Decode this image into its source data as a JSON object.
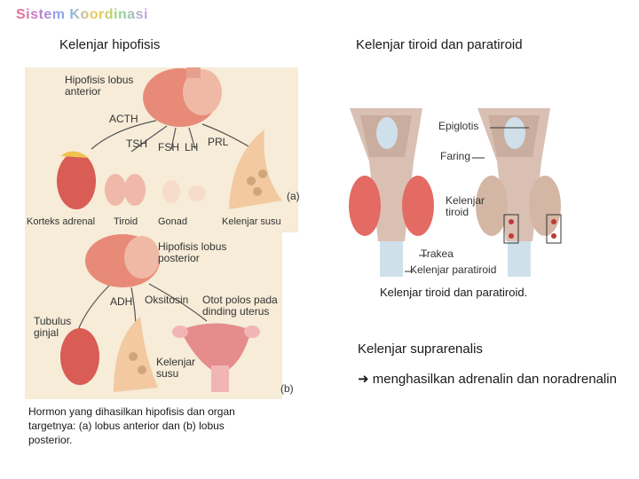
{
  "title": "Sistem Koordinasi",
  "headings": {
    "hipofisis": "Kelenjar hipofisis",
    "tiroid": "Kelenjar tiroid dan paratiroid",
    "suprarenalis": "Kelenjar suprarenalis"
  },
  "panel_a": {
    "tag": "(a)",
    "labels": {
      "hipofisis_anterior": "Hipofisis lobus anterior",
      "acth": "ACTH",
      "tsh": "TSH",
      "fsh": "FSH",
      "lh": "LH",
      "prl": "PRL",
      "korteks": "Korteks adrenal",
      "tiroid": "Tiroid",
      "gonad": "Gonad",
      "kelenjar_susu": "Kelenjar susu"
    }
  },
  "panel_b": {
    "tag": "(b)",
    "labels": {
      "hipofisis_posterior": "Hipofisis lobus posterior",
      "adh": "ADH",
      "oksitosin": "Oksitosin",
      "otot": "Otot polos pada dinding uterus",
      "tubulus": "Tubulus ginjal",
      "kelenjar_susu": "Kelenjar susu"
    }
  },
  "hipofisis_caption": "Hormon yang dihasilkan hipofisis dan organ targetnya: (a) lobus anterior dan (b) lobus posterior.",
  "thyroid_figure": {
    "labels": {
      "epiglotis": "Epiglotis",
      "faring": "Faring",
      "kelenjar_tiroid": "Kelenjar tiroid",
      "trakea": "Trakea",
      "paratiroid": "Kelenjar paratiroid"
    },
    "caption": "Kelenjar tiroid dan paratiroid."
  },
  "suprarenalis_text": "menghasilkan adrenalin dan noradrenalin",
  "colors": {
    "panel_bg": "#f6ecd8",
    "organ": "#e07a66",
    "title_gradient": "rainbow"
  }
}
